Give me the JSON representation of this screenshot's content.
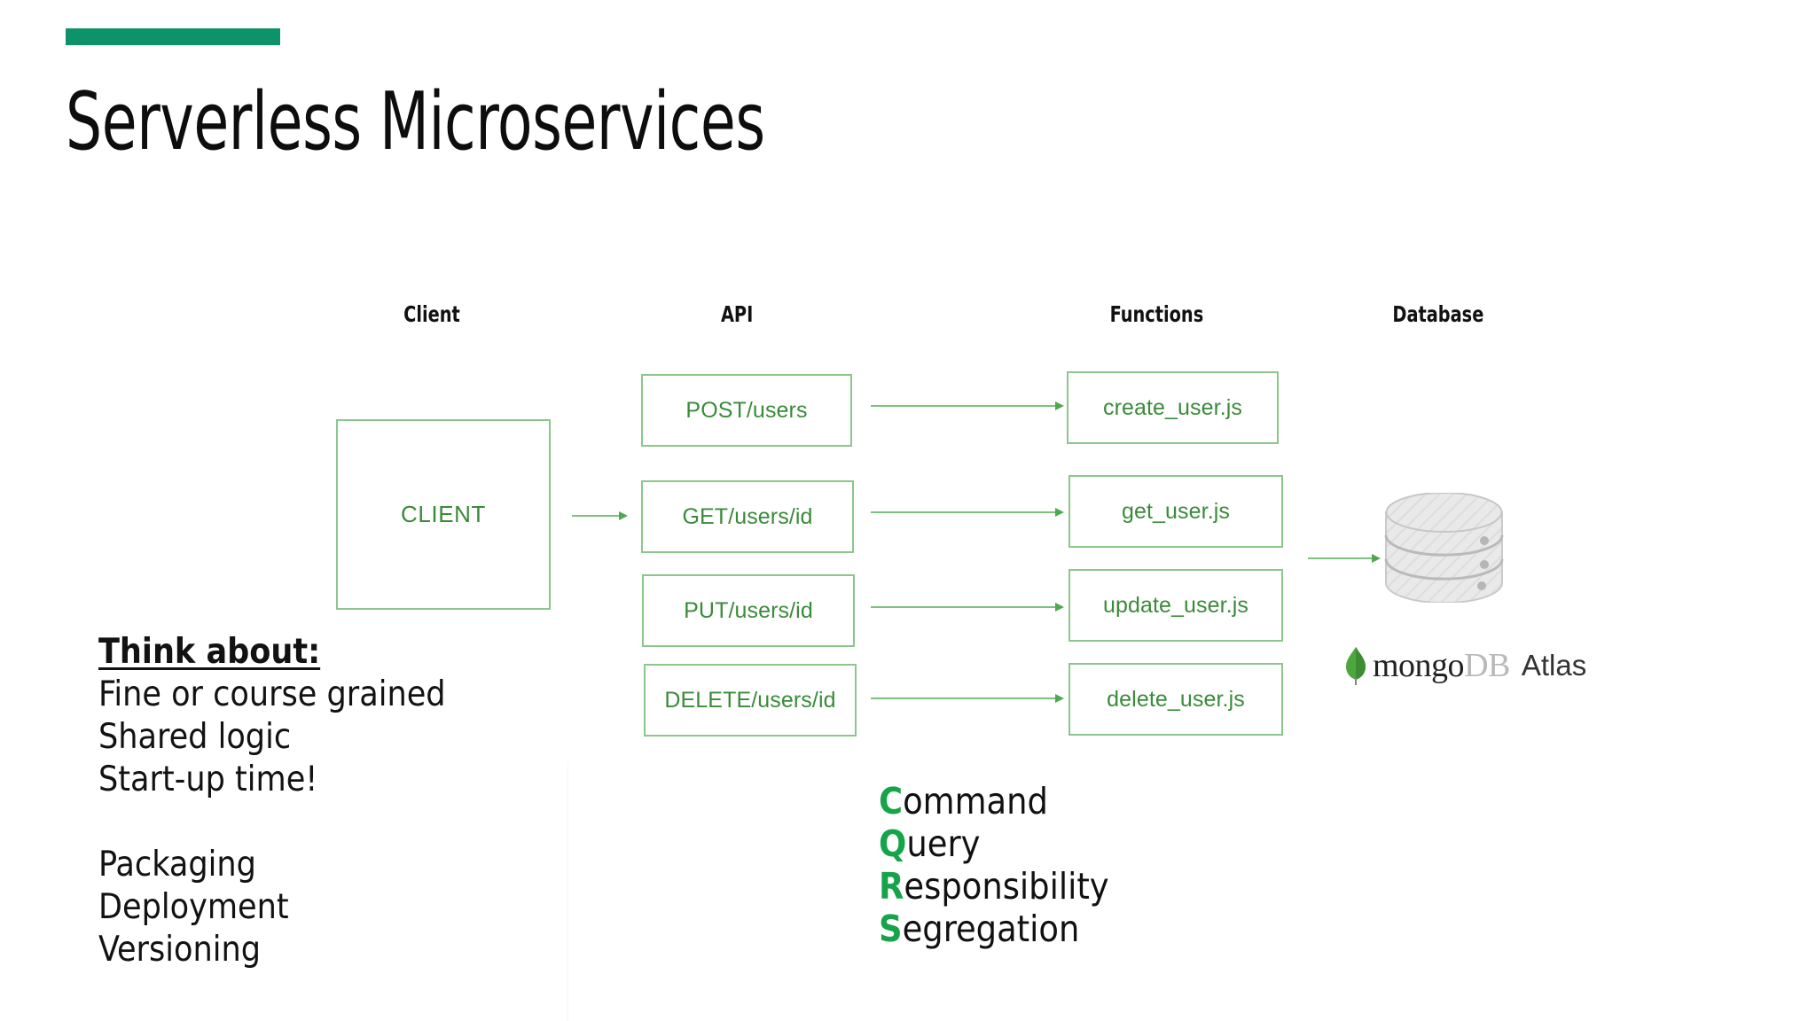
{
  "slide": {
    "title": "Serverless Microservices",
    "accent_color": "#0E9268"
  },
  "diagram": {
    "colors": {
      "box_border": "#8CC68C",
      "box_text": "#3A8B3A",
      "arrow": "#7DC07D"
    },
    "headers": [
      {
        "label": "Client"
      },
      {
        "label": "API"
      },
      {
        "label": "Functions"
      },
      {
        "label": "Database"
      }
    ],
    "client": {
      "label": "CLIENT"
    },
    "api_endpoints": [
      {
        "label": "POST/users"
      },
      {
        "label": "GET/users/id"
      },
      {
        "label": "PUT/users/id"
      },
      {
        "label": "DELETE/users/id"
      }
    ],
    "functions": [
      {
        "label": "create_user.js"
      },
      {
        "label": "get_user.js"
      },
      {
        "label": "update_user.js"
      },
      {
        "label": "delete_user.js"
      }
    ],
    "database": {
      "icon": "database-cylinder-icon",
      "logo": {
        "leaf": "mongodb-leaf-icon",
        "word": "mongo",
        "db": "DB",
        "product": "Atlas"
      }
    }
  },
  "notes": {
    "lead": "Think about:",
    "group_one": [
      "Fine or course grained",
      "Shared logic",
      "Start-up time!"
    ],
    "group_two": [
      "Packaging",
      "Deployment",
      "Versioning"
    ]
  },
  "cqrs": {
    "accent_color": "#16A34A",
    "lines": [
      {
        "cap": "C",
        "rest": "ommand"
      },
      {
        "cap": "Q",
        "rest": "uery"
      },
      {
        "cap": "R",
        "rest": "esponsibility"
      },
      {
        "cap": "S",
        "rest": "egregation"
      }
    ]
  }
}
